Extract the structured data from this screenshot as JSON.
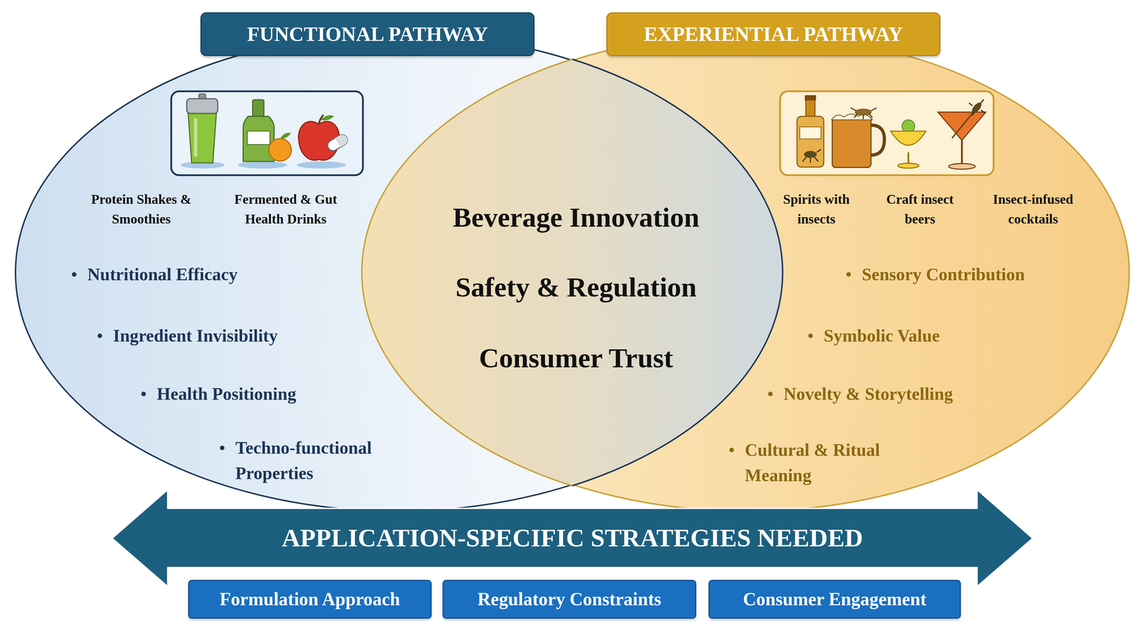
{
  "diagram": {
    "nodes": [
      {
        "text": [
          "FUNCTIONAL PATHWAY"
        ]
      },
      {
        "text": [
          "Protein Shakes & Smoothies",
          "Fermented & Gut Health Drinks",
          "Nutritional Efficacy",
          "Ingredient Invisibility",
          "Health Positioning",
          "Techno-functional Properties"
        ]
      },
      {
        "text": [
          "EXPERIENTIAL PATHWAY"
        ]
      },
      {
        "text": [
          "Spirits with insects",
          "Craft insect beers",
          "Insect-infused cocktails",
          "Sensory Contribution",
          "Symbolic Value",
          "Novelty & Storytelling",
          "Cultural & Ritual Meaning"
        ]
      },
      {
        "text": [
          "Beverage Innovation",
          "Safety & Regulation",
          "Consumer Trust"
        ]
      },
      {
        "text": [
          "APPLICATION-SPECIFIC STRATEGIES NEEDED"
        ]
      },
      {
        "text": [
          "Formulation Approach"
        ]
      },
      {
        "text": [
          "Regulatory Constraints"
        ]
      },
      {
        "text": [
          "Consumer Engagement"
        ]
      }
    ]
  }
}
